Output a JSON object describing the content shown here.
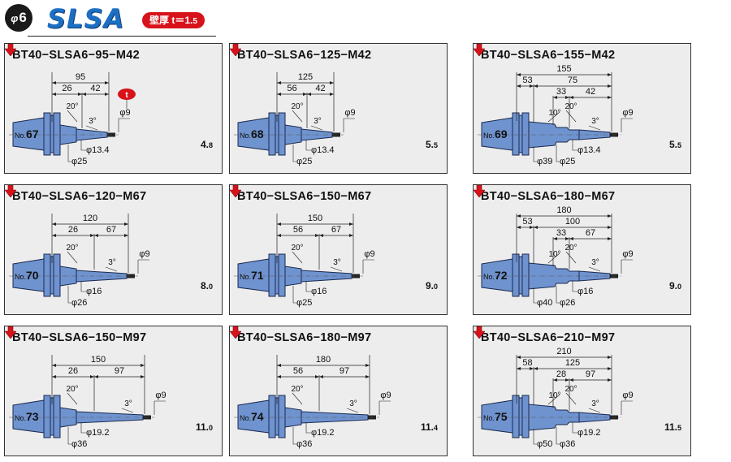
{
  "header": {
    "phi_symbol": "φ",
    "diameter": "6",
    "series": "SLSA",
    "wall_label": "壁厚 t＝1.",
    "wall_small": "5",
    "accent_blue": "#1c6fc3",
    "accent_red": "#d8121b"
  },
  "colors": {
    "body_blue": "#6f93cf",
    "panel_bg": "#ededed",
    "arrow_red": "#d8121b"
  },
  "panels": [
    {
      "title": "BT40−SLSA6−95−M42",
      "no_prefix": "No.",
      "no_num": "67",
      "weight_int": "4.",
      "weight_dec": "8",
      "dims": {
        "total": "95",
        "a": "26",
        "b": "42",
        "angle": "20°",
        "taper": "3°",
        "d_tip": "φ9",
        "d1": "φ13.4",
        "d2": "φ25"
      },
      "t_badge": "t"
    },
    {
      "title": "BT40−SLSA6−125−M42",
      "no_prefix": "No.",
      "no_num": "68",
      "weight_int": "5.",
      "weight_dec": "5",
      "dims": {
        "total": "125",
        "a": "56",
        "b": "42",
        "angle": "20°",
        "taper": "3°",
        "d_tip": "φ9",
        "d1": "φ13.4",
        "d2": "φ25"
      }
    },
    {
      "title": "BT40−SLSA6−155−M42",
      "no_prefix": "No.",
      "no_num": "69",
      "weight_int": "5.",
      "weight_dec": "5",
      "dims": {
        "total": "155",
        "c": "53",
        "d": "75",
        "a": "33",
        "b": "42",
        "angle": "20°",
        "angle2": "10°",
        "taper": "3°",
        "d_tip": "φ9",
        "d1": "φ13.4",
        "d2": "φ25",
        "d3": "φ39"
      }
    },
    {
      "title": "BT40−SLSA6−120−M67",
      "no_prefix": "No.",
      "no_num": "70",
      "weight_int": "8.",
      "weight_dec": "0",
      "dims": {
        "total": "120",
        "a": "26",
        "b": "67",
        "angle": "20°",
        "taper": "3°",
        "d_tip": "φ9",
        "d1": "φ16",
        "d2": "φ26"
      }
    },
    {
      "title": "BT40−SLSA6−150−M67",
      "no_prefix": "No.",
      "no_num": "71",
      "weight_int": "9.",
      "weight_dec": "0",
      "dims": {
        "total": "150",
        "a": "56",
        "b": "67",
        "angle": "20°",
        "taper": "3°",
        "d_tip": "φ9",
        "d1": "φ16",
        "d2": "φ25"
      }
    },
    {
      "title": "BT40−SLSA6−180−M67",
      "no_prefix": "No.",
      "no_num": "72",
      "weight_int": "9.",
      "weight_dec": "0",
      "dims": {
        "total": "180",
        "c": "53",
        "d": "100",
        "a": "33",
        "b": "67",
        "angle": "20°",
        "angle2": "10°",
        "taper": "3°",
        "d_tip": "φ9",
        "d1": "φ16",
        "d2": "φ26",
        "d3": "φ40"
      }
    },
    {
      "title": "BT40−SLSA6−150−M97",
      "no_prefix": "No.",
      "no_num": "73",
      "weight_int": "11.",
      "weight_dec": "0",
      "dims": {
        "total": "150",
        "a": "26",
        "b": "97",
        "angle": "20°",
        "taper": "3°",
        "d_tip": "φ9",
        "d1": "φ19.2",
        "d2": "φ36"
      }
    },
    {
      "title": "BT40−SLSA6−180−M97",
      "no_prefix": "No.",
      "no_num": "74",
      "weight_int": "11.",
      "weight_dec": "4",
      "dims": {
        "total": "180",
        "a": "56",
        "b": "97",
        "angle": "20°",
        "taper": "3°",
        "d_tip": "φ9",
        "d1": "φ19.2",
        "d2": "φ36"
      }
    },
    {
      "title": "BT40−SLSA6−210−M97",
      "no_prefix": "No.",
      "no_num": "75",
      "weight_int": "11.",
      "weight_dec": "5",
      "dims": {
        "total": "210",
        "c": "58",
        "d": "125",
        "a": "28",
        "b": "97",
        "angle": "20°",
        "angle2": "10°",
        "taper": "3°",
        "d_tip": "φ9",
        "d1": "φ19.2",
        "d2": "φ36",
        "d3": "φ50"
      }
    }
  ]
}
